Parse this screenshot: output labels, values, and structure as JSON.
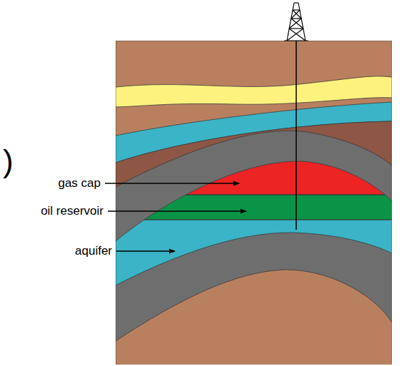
{
  "diagram": {
    "labels": [
      ")",
      "gas cap",
      "oil reservoir",
      "aquifer"
    ]
  }
}
